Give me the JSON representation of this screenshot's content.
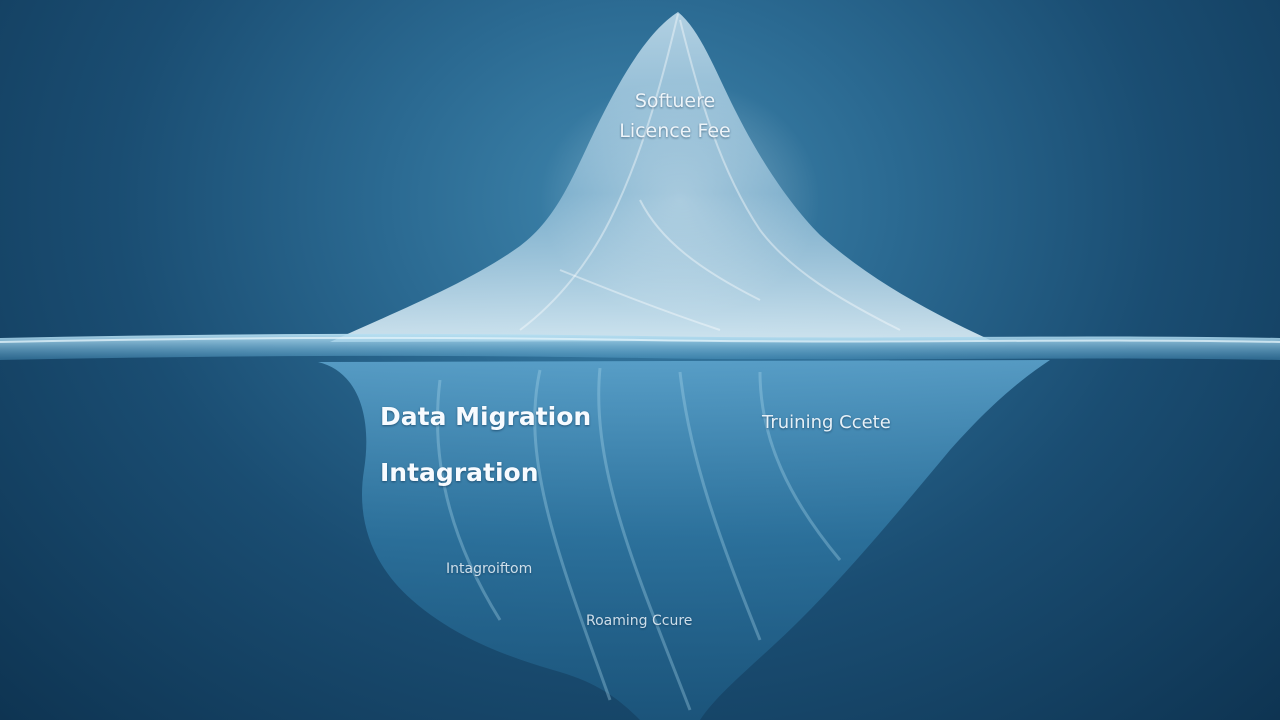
{
  "iceberg": {
    "above_water": {
      "line1": "Softuere",
      "line2": "Licence Fee"
    },
    "below_water": {
      "data_migration": "Data Migration",
      "intagration": "Intagration",
      "training_cost": "Truining Ccete",
      "intagratiom": "Intagroiftom",
      "roaming_cost": "Roaming Ccure"
    }
  },
  "colors": {
    "background_center": "#3f86ad",
    "background_edge": "#0e3452",
    "ice_light": "#cfe6f3",
    "ice_deep": "#2f78a4",
    "water_line": "#9fd2ea",
    "label_text": "#ffffff"
  }
}
